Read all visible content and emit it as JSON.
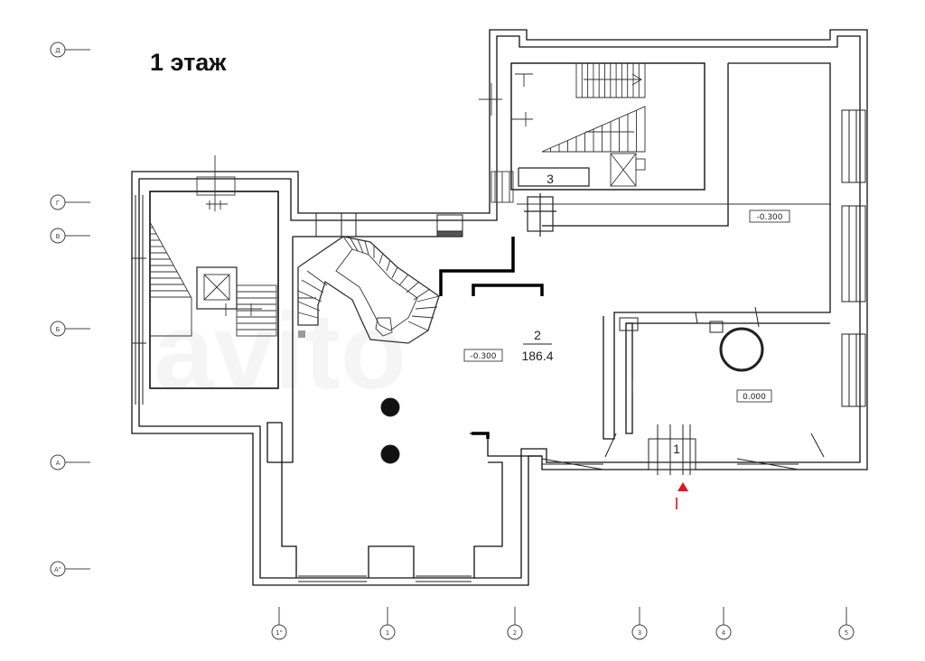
{
  "title": "1 этаж",
  "grid_rows": [
    {
      "label": "Д"
    },
    {
      "label": "Г"
    },
    {
      "label": "В"
    },
    {
      "label": "Б"
    },
    {
      "label": "А"
    },
    {
      "label": "А\""
    }
  ],
  "grid_cols": [
    {
      "label": "1\""
    },
    {
      "label": "1"
    },
    {
      "label": "2"
    },
    {
      "label": "3"
    },
    {
      "label": "4"
    },
    {
      "label": "5"
    }
  ],
  "rooms": [
    {
      "id": "1",
      "number": "1"
    },
    {
      "id": "2",
      "number": "2",
      "area": "186.4"
    },
    {
      "id": "3",
      "number": "3"
    }
  ],
  "elevations": [
    "-0.300",
    "-0.300",
    "0.000"
  ],
  "section_mark": "I",
  "colors": {
    "wall": "#111111",
    "line": "#333333",
    "accent": "#e01818"
  }
}
